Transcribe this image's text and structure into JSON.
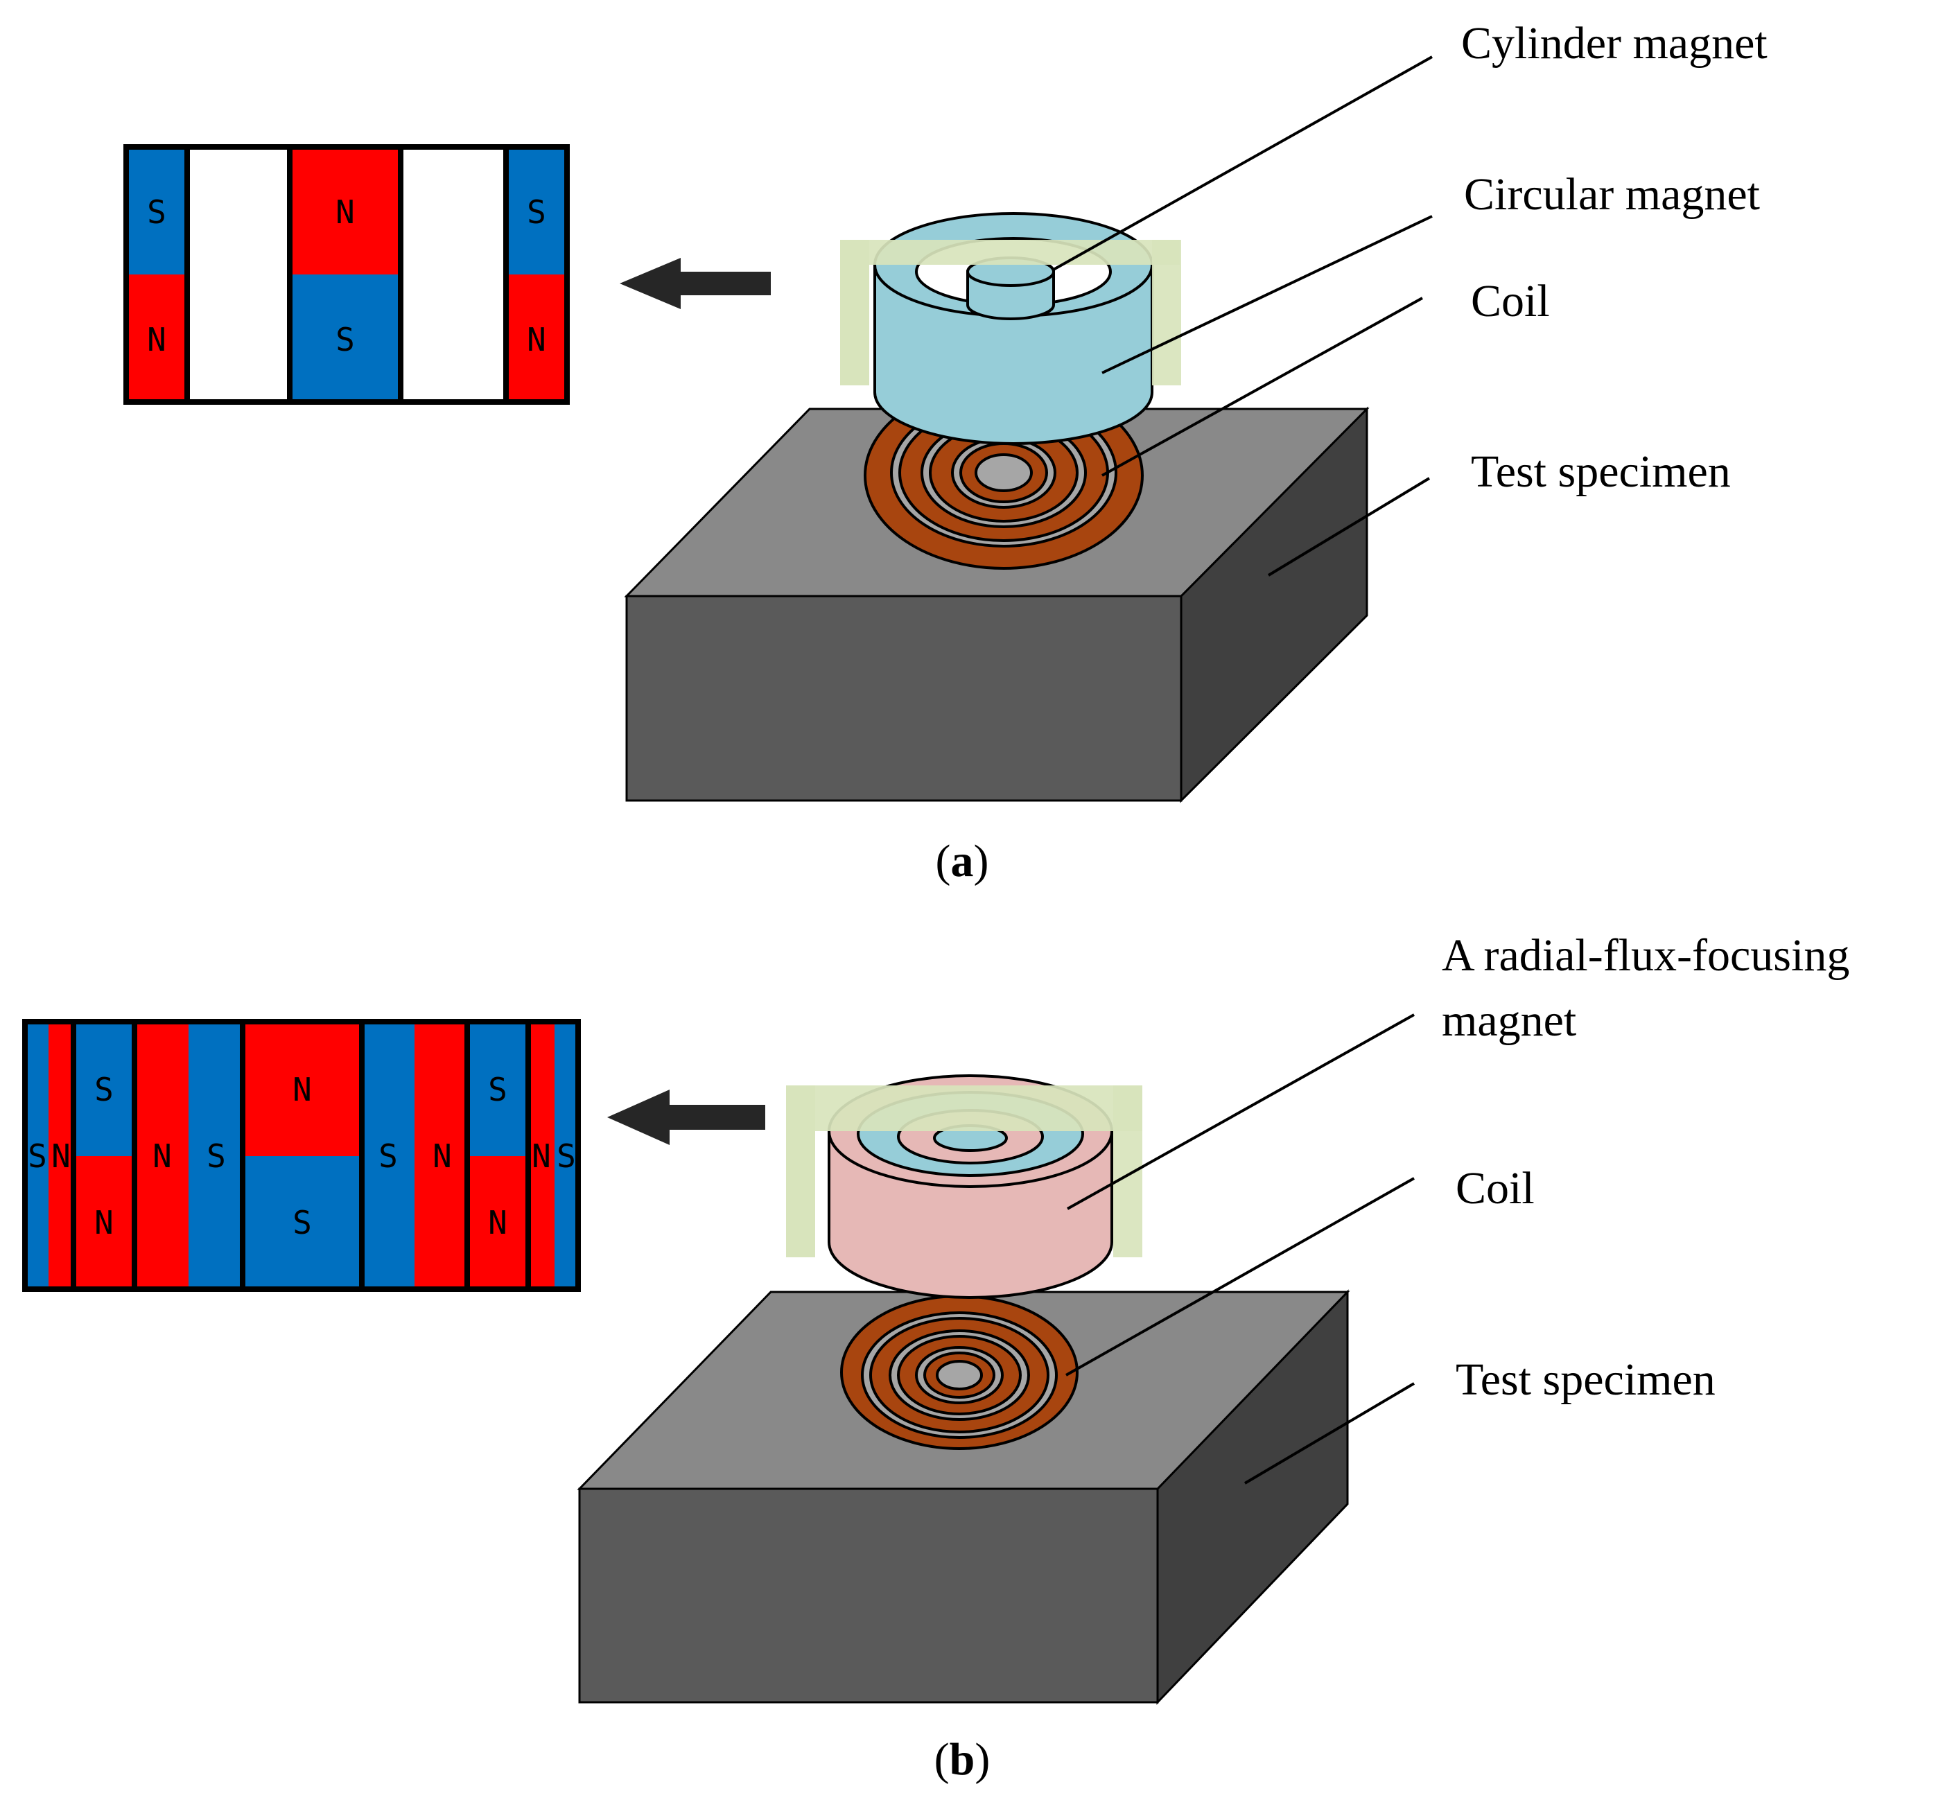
{
  "colors": {
    "north": "#ff0000",
    "south": "#0070c0",
    "cylinder_magnet": "#96cdd8",
    "radial_magnet": "#e6b8b6",
    "bracket": "#d8e4bc",
    "coil": "#a8450f",
    "coil_gap": "#a6a6a6",
    "specimen_top": "#898989",
    "specimen_front": "#5a5a5a",
    "specimen_side": "#404040"
  },
  "panel_a": {
    "caption_open": "(",
    "caption_letter": "a",
    "caption_close": ")",
    "labels": {
      "cylinder_magnet": "Cylinder magnet",
      "circular_magnet": "Circular magnet",
      "coil": "Coil",
      "test_specimen": "Test specimen"
    },
    "poles": {
      "left_top": "S",
      "left_bottom": "N",
      "center_top": "N",
      "center_bottom": "S",
      "right_top": "S",
      "right_bottom": "N"
    }
  },
  "panel_b": {
    "caption_open": "(",
    "caption_letter": "b",
    "caption_close": ")",
    "labels": {
      "radial_magnet_line1": "A radial-flux-focusing",
      "radial_magnet_line2": "magnet",
      "coil": "Coil",
      "test_specimen": "Test specimen"
    },
    "poles": {
      "edge_left_s": "S",
      "edge_left_n": "N",
      "left_top": "S",
      "left_bottom": "N",
      "mid_left_n": "N",
      "mid_left_s": "S",
      "center_top": "N",
      "center_bottom": "S",
      "mid_right_s": "S",
      "mid_right_n": "N",
      "right_top": "S",
      "right_bottom": "N",
      "edge_right_n": "N",
      "edge_right_s": "S"
    }
  }
}
